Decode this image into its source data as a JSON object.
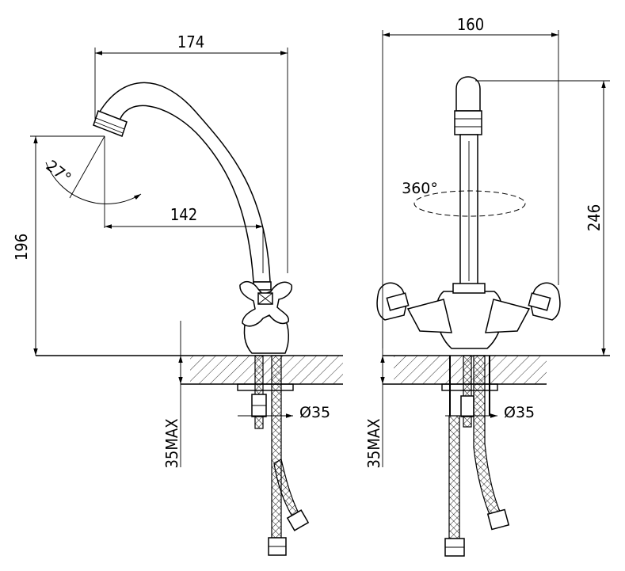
{
  "labels": {
    "width_side": "174",
    "reach": "142",
    "height_side": "196",
    "angle": "27°",
    "rotation": "360°",
    "width_front": "160",
    "height_front": "246",
    "hole_side": "Ø35",
    "hole_front": "Ø35",
    "max_side": "35MAX",
    "max_front": "35MAX"
  }
}
